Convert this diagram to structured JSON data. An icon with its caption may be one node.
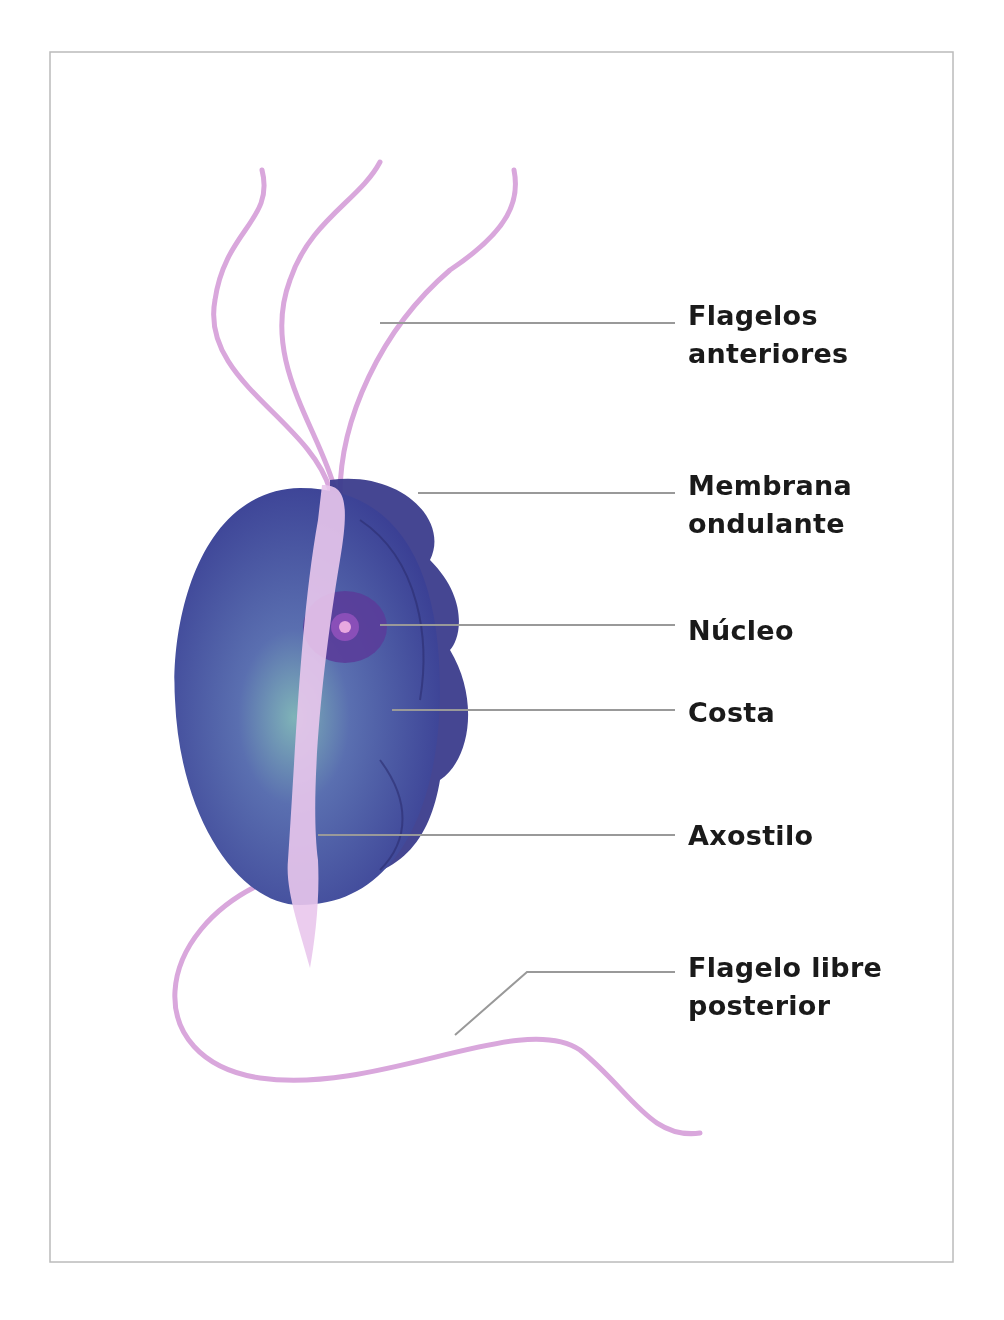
{
  "diagram": {
    "nodes": [
      {
        "text": [
          "Flagelos anteriores"
        ]
      },
      {
        "text": [
          "Membrana ondulante"
        ]
      },
      {
        "text": [
          "Núcleo"
        ]
      },
      {
        "text": [
          "Costa"
        ]
      },
      {
        "text": [
          "Axostilo"
        ]
      },
      {
        "text": [
          "Flagelo libre posterior"
        ]
      }
    ],
    "edges": [
      {
        "from": 0,
        "to": null,
        "arrow": "none"
      },
      {
        "from": 1,
        "to": null,
        "arrow": "none"
      },
      {
        "from": 2,
        "to": null,
        "arrow": "none"
      },
      {
        "from": 3,
        "to": null,
        "arrow": "none"
      },
      {
        "from": 4,
        "to": null,
        "arrow": "none"
      },
      {
        "from": 5,
        "to": null,
        "arrow": "none"
      }
    ]
  }
}
